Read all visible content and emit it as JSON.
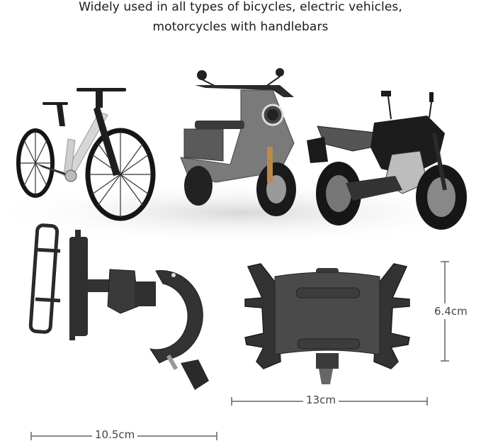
{
  "caption": {
    "line1": "Widely used in all types of bicycles, electric vehicles,",
    "line2": "motorcycles with handlebars"
  },
  "vehicles": [
    {
      "name": "bicycle"
    },
    {
      "name": "electric-scooter"
    },
    {
      "name": "motorcycle"
    }
  ],
  "products": {
    "handlebar_mount": {
      "width_label": "10.5cm"
    },
    "phone_holder": {
      "width_label": "13cm",
      "height_label": "6.4cm"
    }
  },
  "colors": {
    "product_dark": "#2e2e2e",
    "product_mid": "#4a4a4a",
    "dimension_line": "#666666",
    "text": "#1a1a1a"
  }
}
